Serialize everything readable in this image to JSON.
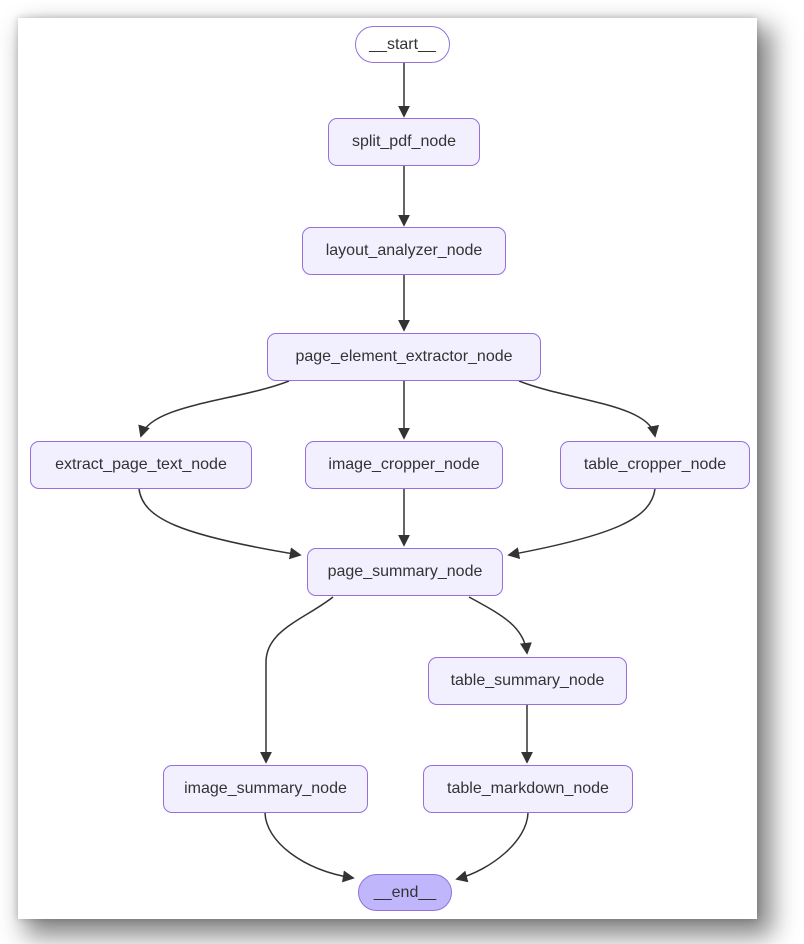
{
  "diagram": {
    "type": "flowchart",
    "direction": "top-down",
    "nodes": [
      {
        "id": "__start__",
        "label": "__start__",
        "shape": "stadium"
      },
      {
        "id": "split_pdf_node",
        "label": "split_pdf_node",
        "shape": "rect"
      },
      {
        "id": "layout_analyzer_node",
        "label": "layout_analyzer_node",
        "shape": "rect"
      },
      {
        "id": "page_element_extractor_node",
        "label": "page_element_extractor_node",
        "shape": "rect"
      },
      {
        "id": "extract_page_text_node",
        "label": "extract_page_text_node",
        "shape": "rect"
      },
      {
        "id": "image_cropper_node",
        "label": "image_cropper_node",
        "shape": "rect"
      },
      {
        "id": "table_cropper_node",
        "label": "table_cropper_node",
        "shape": "rect"
      },
      {
        "id": "page_summary_node",
        "label": "page_summary_node",
        "shape": "rect"
      },
      {
        "id": "table_summary_node",
        "label": "table_summary_node",
        "shape": "rect"
      },
      {
        "id": "image_summary_node",
        "label": "image_summary_node",
        "shape": "rect"
      },
      {
        "id": "table_markdown_node",
        "label": "table_markdown_node",
        "shape": "rect"
      },
      {
        "id": "__end__",
        "label": "__end__",
        "shape": "stadium"
      }
    ],
    "edges": [
      {
        "from": "__start__",
        "to": "split_pdf_node"
      },
      {
        "from": "split_pdf_node",
        "to": "layout_analyzer_node"
      },
      {
        "from": "layout_analyzer_node",
        "to": "page_element_extractor_node"
      },
      {
        "from": "page_element_extractor_node",
        "to": "extract_page_text_node"
      },
      {
        "from": "page_element_extractor_node",
        "to": "image_cropper_node"
      },
      {
        "from": "page_element_extractor_node",
        "to": "table_cropper_node"
      },
      {
        "from": "extract_page_text_node",
        "to": "page_summary_node"
      },
      {
        "from": "image_cropper_node",
        "to": "page_summary_node"
      },
      {
        "from": "table_cropper_node",
        "to": "page_summary_node"
      },
      {
        "from": "page_summary_node",
        "to": "image_summary_node"
      },
      {
        "from": "page_summary_node",
        "to": "table_summary_node"
      },
      {
        "from": "table_summary_node",
        "to": "table_markdown_node"
      },
      {
        "from": "image_summary_node",
        "to": "__end__"
      },
      {
        "from": "table_markdown_node",
        "to": "__end__"
      }
    ],
    "colors": {
      "node_fill": "#f2f0ff",
      "node_border": "#9370db",
      "start_fill": "#ffffff",
      "end_fill": "#bfb6fc",
      "text": "#333333",
      "edge": "#333333",
      "page_background": "#ffffff"
    }
  }
}
